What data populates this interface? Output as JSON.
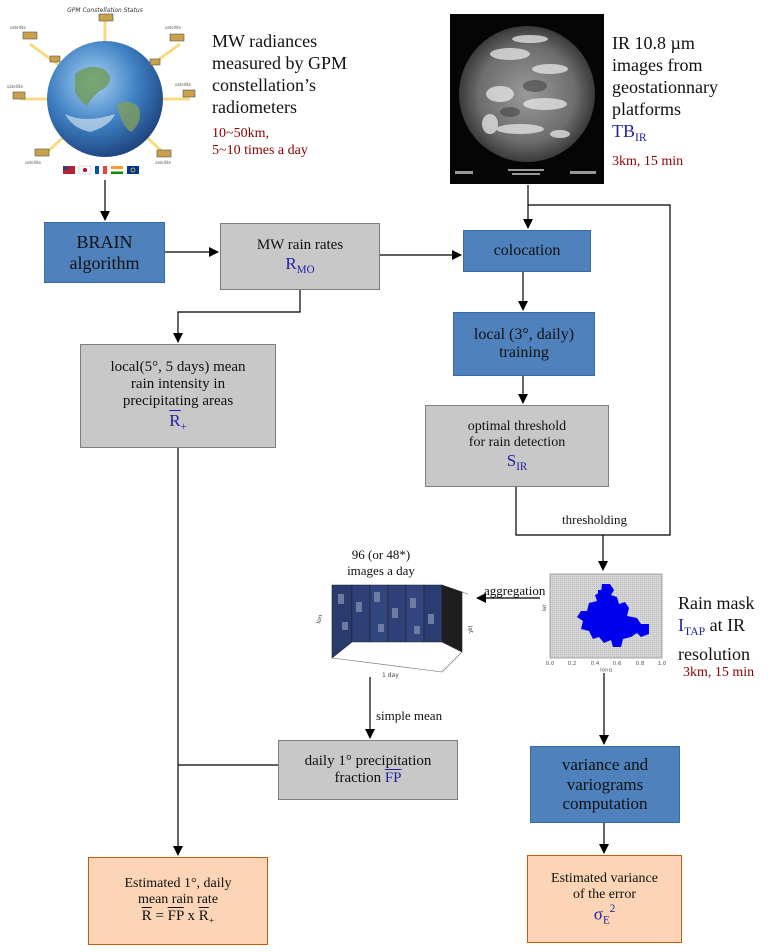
{
  "gpm": {
    "title": "GPM Constellation Status",
    "desc_line1": "MW radiances",
    "desc_line2": "measured by GPM",
    "desc_line3": "constellation’s",
    "desc_line4": "radiometers",
    "res_line1": "10~50km,",
    "res_line2": "5~10 times a day"
  },
  "ir": {
    "line1": "IR 10.8 µm",
    "line2": "images  from",
    "line3": "geostationnary",
    "line4": "platforms",
    "symbol": "TB",
    "symbol_sub": "IR",
    "res": "3km, 15 min"
  },
  "boxes": {
    "brain_l1": "BRAIN",
    "brain_l2": "algorithm",
    "mwrr_l1": "MW rain rates",
    "mwrr_sym": "R",
    "mwrr_sub": "MO",
    "colocation": "colocation",
    "training_l1": "local (3°, daily)",
    "training_l2": "training",
    "thresh_l1": "optimal threshold",
    "thresh_l2": "for rain detection",
    "thresh_sym": "S",
    "thresh_sub": "IR",
    "local_l1": "local(5°, 5 days) mean",
    "local_l2": "rain intensity in",
    "local_l3": "precipitating areas",
    "local_sym": "R",
    "local_sub": "+",
    "daily_l1": "daily 1° precipitation",
    "daily_l2": "fraction",
    "daily_sym": "FP",
    "var_l1": "variance and",
    "var_l2": "variograms",
    "var_l3": "computation",
    "est_l1": "Estimated 1°, daily",
    "est_l2": "mean rain rate",
    "est_eq_r": "R",
    "est_eq_eq": " = ",
    "est_eq_fp": "FP",
    "est_eq_x": " x ",
    "est_eq_r2": "R",
    "est_eq_sub": "+",
    "err_l1": "Estimated variance",
    "err_l2": "of the error",
    "err_sym": "σ",
    "err_sub": "E",
    "err_sup": "2"
  },
  "labels": {
    "images_l1": "96 (or 48*)",
    "images_l2": "images a day",
    "aggregation": "aggregation",
    "simple_mean": "simple mean",
    "thresholding": "thresholding",
    "cube_x": "1 day",
    "cube_y": "lon",
    "cube_z": "lat"
  },
  "rainmask": {
    "line1": "Rain mask",
    "symbol": "I",
    "symbol_sub": "TAP",
    "line2_suffix": " at IR",
    "line3": "resolution",
    "res": "3km, 15 min",
    "ticks": [
      "0.0",
      "0.2",
      "0.4",
      "0.6",
      "0.8",
      "1.0"
    ],
    "xlabel": "long",
    "ylabel": "lat"
  },
  "colors": {
    "blue_box": "#4f81bd",
    "gray_box": "#c8c8c8",
    "orange_box": "#fbd5b5",
    "symbol_blue": "#1f1fa0",
    "resolution_red": "#8b0000",
    "rain_blue": "#0000ee"
  }
}
